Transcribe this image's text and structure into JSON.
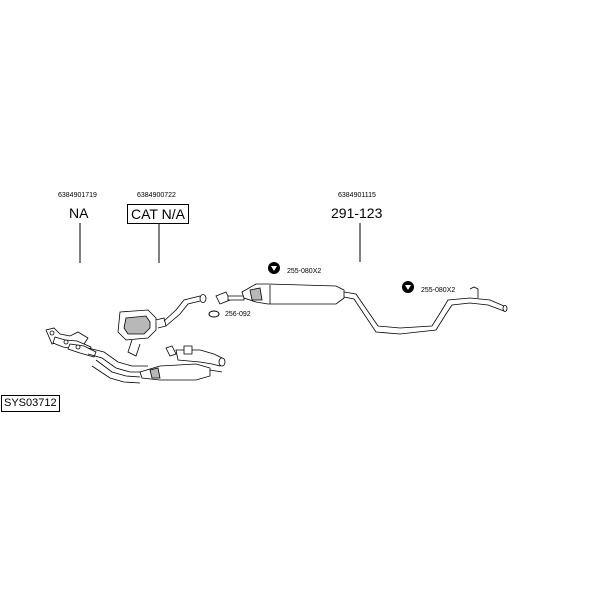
{
  "parts": [
    {
      "part_number": "6384901719",
      "code": "NA"
    },
    {
      "part_number": "6384900722",
      "code": "CAT N/A"
    },
    {
      "part_number": "6384901115",
      "code": "291-123"
    }
  ],
  "fittings": [
    {
      "label": "255-080X2",
      "icon": "hanger-icon"
    },
    {
      "label": "256-092",
      "icon": "gasket-icon"
    },
    {
      "label": "255-080X2",
      "icon": "hanger-icon"
    }
  ],
  "system_code": "SYS03712",
  "colors": {
    "line": "#000000",
    "fill": "#ffffff",
    "shade": "#b8b8b8"
  }
}
